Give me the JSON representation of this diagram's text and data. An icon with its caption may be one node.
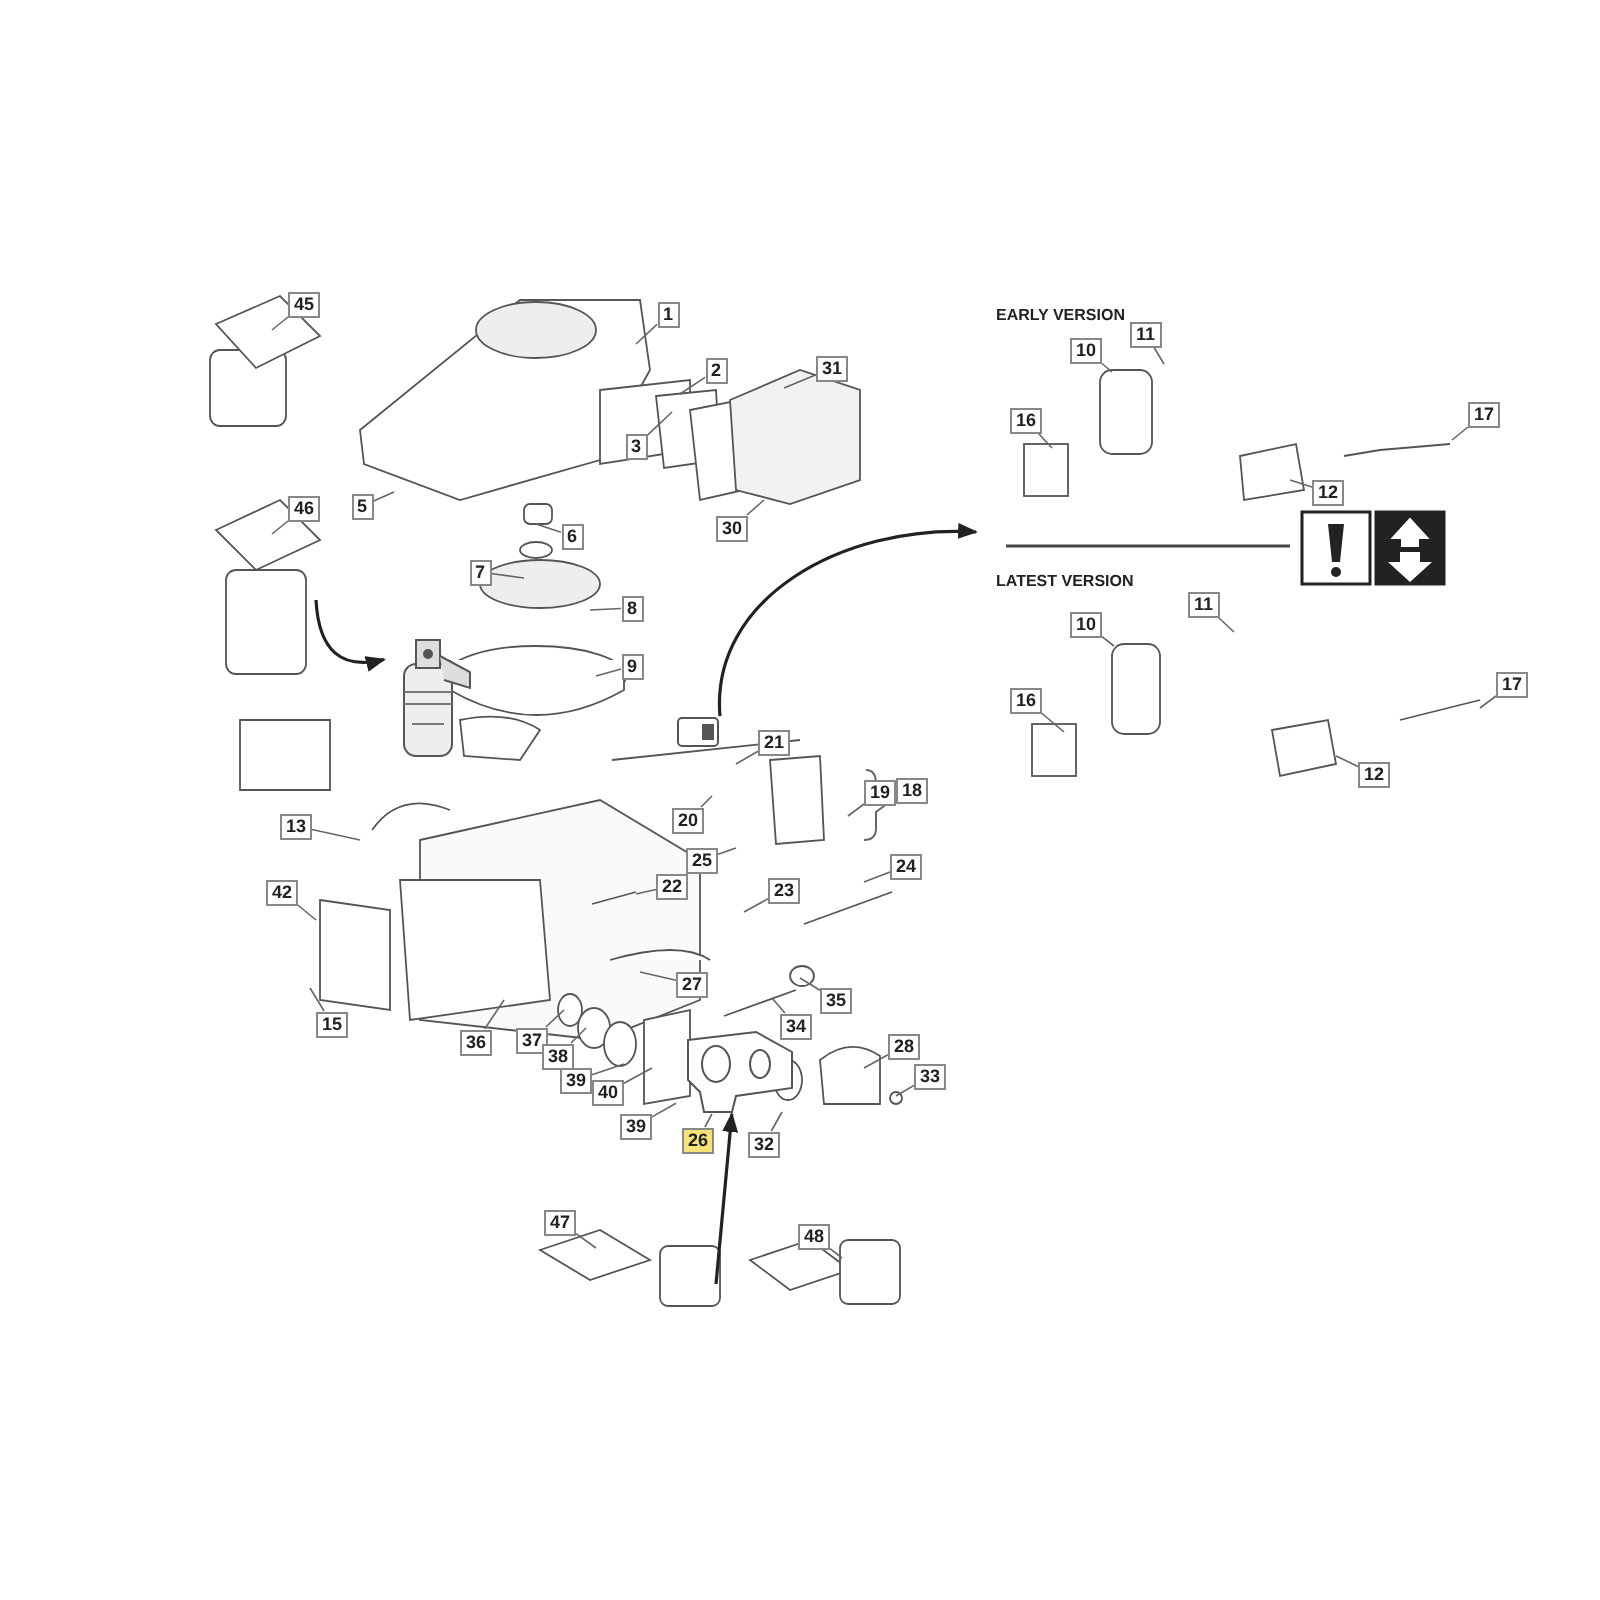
{
  "diagram": {
    "nodes": [
      {
        "text": [
          "1"
        ]
      },
      {
        "text": [
          "2"
        ]
      },
      {
        "text": [
          "31"
        ]
      },
      {
        "text": [
          "3"
        ]
      },
      {
        "text": [
          "30"
        ]
      },
      {
        "text": [
          "5"
        ]
      },
      {
        "text": [
          "6"
        ]
      },
      {
        "text": [
          "7"
        ]
      },
      {
        "text": [
          "8"
        ]
      },
      {
        "text": [
          "9"
        ]
      },
      {
        "text": [
          "45"
        ]
      },
      {
        "text": [
          "46"
        ]
      },
      {
        "text": [
          "10"
        ]
      },
      {
        "text": [
          "11"
        ]
      },
      {
        "text": [
          "16"
        ]
      },
      {
        "text": [
          "17"
        ]
      },
      {
        "text": [
          "12"
        ]
      },
      {
        "text": [
          "10"
        ]
      },
      {
        "text": [
          "11"
        ]
      },
      {
        "text": [
          "16"
        ]
      },
      {
        "text": [
          "17"
        ]
      },
      {
        "text": [
          "12"
        ]
      },
      {
        "text": [
          "21"
        ]
      },
      {
        "text": [
          "20"
        ]
      },
      {
        "text": [
          "19"
        ]
      },
      {
        "text": [
          "25"
        ]
      },
      {
        "text": [
          "22"
        ]
      },
      {
        "text": [
          "23"
        ]
      },
      {
        "text": [
          "24"
        ]
      },
      {
        "text": [
          "13"
        ]
      },
      {
        "text": [
          "42"
        ]
      },
      {
        "text": [
          "15"
        ]
      },
      {
        "text": [
          "36"
        ]
      },
      {
        "text": [
          "37"
        ]
      },
      {
        "text": [
          "38"
        ]
      },
      {
        "text": [
          "39"
        ]
      },
      {
        "text": [
          "40"
        ]
      },
      {
        "text": [
          "27"
        ]
      },
      {
        "text": [
          "35"
        ]
      },
      {
        "text": [
          "34"
        ]
      },
      {
        "text": [
          "28"
        ]
      },
      {
        "text": [
          "33"
        ]
      },
      {
        "text": [
          "39"
        ]
      },
      {
        "text": [
          "26"
        ]
      },
      {
        "text": [
          "32"
        ]
      },
      {
        "text": [
          "47"
        ]
      },
      {
        "text": [
          "48"
        ]
      },
      {
        "text": [],
        "shape": "picture"
      },
      {
        "text": [],
        "shape": "picture"
      },
      {
        "text": [],
        "shape": "picture"
      },
      {
        "text": [
          "18"
        ]
      }
    ],
    "edges": [
      {
        "from": 0,
        "to": null,
        "arrow": "none"
      },
      {
        "from": 1,
        "to": null,
        "arrow": "none"
      },
      {
        "from": 2,
        "to": null,
        "arrow": "none"
      },
      {
        "from": 3,
        "to": null,
        "arrow": "none"
      },
      {
        "from": 4,
        "to": null,
        "arrow": "none"
      },
      {
        "from": 5,
        "to": null,
        "arrow": "none"
      },
      {
        "from": 6,
        "to": null,
        "arrow": "none"
      },
      {
        "from": 7,
        "to": null,
        "arrow": "none"
      },
      {
        "from": 8,
        "to": null,
        "arrow": "none"
      },
      {
        "from": 9,
        "to": null,
        "arrow": "none"
      },
      {
        "from": 10,
        "to": null,
        "arrow": "none"
      },
      {
        "from": 11,
        "to": null,
        "arrow": "none"
      },
      {
        "from": 12,
        "to": null,
        "arrow": "none"
      },
      {
        "from": 13,
        "to": null,
        "arrow": "none"
      },
      {
        "from": 14,
        "to": null,
        "arrow": "none"
      },
      {
        "from": 15,
        "to": null,
        "arrow": "none"
      },
      {
        "from": 16,
        "to": null,
        "arrow": "none"
      },
      {
        "from": 17,
        "to": null,
        "arrow": "none"
      },
      {
        "from": 18,
        "to": null,
        "arrow": "none"
      },
      {
        "from": 19,
        "to": null,
        "arrow": "none"
      },
      {
        "from": 20,
        "to": null,
        "arrow": "none"
      },
      {
        "from": 21,
        "to": null,
        "arrow": "none"
      },
      {
        "from": 22,
        "to": null,
        "arrow": "none"
      },
      {
        "from": 23,
        "to": null,
        "arrow": "none"
      },
      {
        "from": 24,
        "to": null,
        "arrow": "none"
      },
      {
        "from": 25,
        "to": null,
        "arrow": "none"
      },
      {
        "from": 26,
        "to": null,
        "arrow": "none"
      },
      {
        "from": 27,
        "to": null,
        "arrow": "none"
      },
      {
        "from": 28,
        "to": null,
        "arrow": "none"
      },
      {
        "from": 29,
        "to": null,
        "arrow": "none"
      },
      {
        "from": 30,
        "to": null,
        "arrow": "none"
      },
      {
        "from": 31,
        "to": null,
        "arrow": "none"
      },
      {
        "from": 32,
        "to": null,
        "arrow": "none"
      },
      {
        "from": 33,
        "to": null,
        "arrow": "none"
      },
      {
        "from": 34,
        "to": null,
        "arrow": "none"
      },
      {
        "from": 35,
        "to": null,
        "arrow": "none"
      },
      {
        "from": 36,
        "to": null,
        "arrow": "none"
      },
      {
        "from": 37,
        "to": null,
        "arrow": "none"
      },
      {
        "from": 38,
        "to": null,
        "arrow": "none"
      },
      {
        "from": 39,
        "to": null,
        "arrow": "none"
      },
      {
        "from": 40,
        "to": null,
        "arrow": "none"
      },
      {
        "from": 41,
        "to": null,
        "arrow": "none"
      },
      {
        "from": 42,
        "to": 49,
        "arrow": "none"
      },
      {
        "from": 43,
        "to": 49,
        "arrow": "none"
      },
      {
        "from": 44,
        "to": null,
        "arrow": "none"
      },
      {
        "from": 45,
        "to": null,
        "arrow": "none"
      },
      {
        "from": 46,
        "to": null,
        "arrow": "none"
      },
      {
        "from": 47,
        "to": null,
        "arrow": "to"
      },
      {
        "from": null,
        "to": 48,
        "arrow": "to"
      },
      {
        "from": null,
        "to": 49,
        "arrow": "to"
      }
    ],
    "labels": [
      "EARLY VERSION",
      "LATEST VERSION"
    ]
  }
}
